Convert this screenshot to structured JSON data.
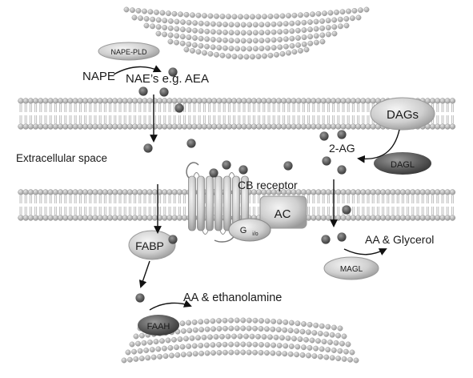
{
  "labels": {
    "nape": "NAPE",
    "nae": "NAE’s e.g. AEA",
    "extracellular": "Extracellular space",
    "cb_receptor": "CB receptor",
    "two_ag": "2-AG",
    "aa_glycerol": "AA & Glycerol",
    "aa_ethanolamine": "AA & ethanolamine"
  },
  "enzymes": {
    "nape_pld": "NAPE-PLD",
    "dags": "DAGs",
    "dagl": "DAGL",
    "fabp": "FABP",
    "magl": "MAGL",
    "faah": "FAAH",
    "ac": "AC",
    "gio_main": "G",
    "gio_sub": "i/o"
  },
  "colors": {
    "bead_light": "#c4c4c4",
    "bead_dark": "#6a6a6a",
    "molecule": "#5e5e5e",
    "enzyme_light": "#d2d2d2",
    "enzyme_dark": "#4d4d4d",
    "arrow": "#111111"
  }
}
